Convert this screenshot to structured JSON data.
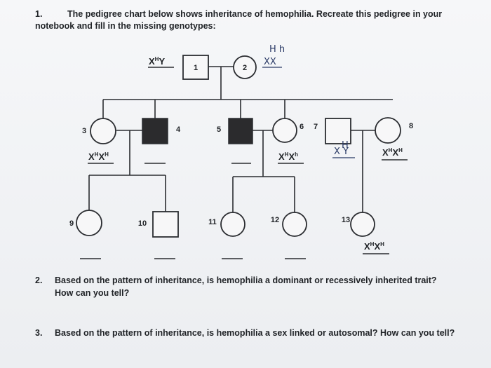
{
  "question1": {
    "number": "1.",
    "text": "The pedigree chart below shows inheritance of hemophilia. Recreate this pedigree in your notebook and fill in the missing genotypes:"
  },
  "question2": {
    "number": "2.",
    "text": "Based on the pattern of inheritance, is hemophilia a dominant or recessively inherited trait? How can you tell?"
  },
  "question3": {
    "number": "3.",
    "text": "Based on the pattern of inheritance, is hemophilia a sex linked or autosomal? How can you tell?"
  },
  "pedigree": {
    "individuals": [
      {
        "id": "1",
        "sex": "male",
        "affected": false
      },
      {
        "id": "2",
        "sex": "female",
        "affected": false
      },
      {
        "id": "3",
        "sex": "female",
        "affected": false
      },
      {
        "id": "4",
        "sex": "male",
        "affected": true
      },
      {
        "id": "5",
        "sex": "male",
        "affected": true
      },
      {
        "id": "6",
        "sex": "female",
        "affected": false
      },
      {
        "id": "7",
        "sex": "male",
        "affected": false
      },
      {
        "id": "8",
        "sex": "female",
        "affected": false
      },
      {
        "id": "9",
        "sex": "female",
        "affected": false
      },
      {
        "id": "10",
        "sex": "male",
        "affected": false
      },
      {
        "id": "11",
        "sex": "female",
        "affected": false
      },
      {
        "id": "12",
        "sex": "female",
        "affected": false
      },
      {
        "id": "13",
        "sex": "female",
        "affected": false
      }
    ],
    "genotypes": {
      "g1": {
        "base": "X",
        "sup": "H",
        "tail": "Y"
      },
      "g3": {
        "base": "X",
        "sup": "H",
        "base2": "X",
        "sup2": "H"
      },
      "g6": {
        "base": "X",
        "sup": "H",
        "base2": "X",
        "sup2": "h"
      },
      "g8": {
        "base": "X",
        "sup": "H",
        "base2": "X",
        "sup2": "H"
      },
      "g13": {
        "base": "X",
        "sup": "H",
        "base2": "X",
        "sup2": "H"
      }
    },
    "handwritten": {
      "g2": {
        "top": "H  h",
        "bottom": "XX"
      },
      "g7": {
        "sup": "H",
        "base": "X Y"
      }
    }
  }
}
